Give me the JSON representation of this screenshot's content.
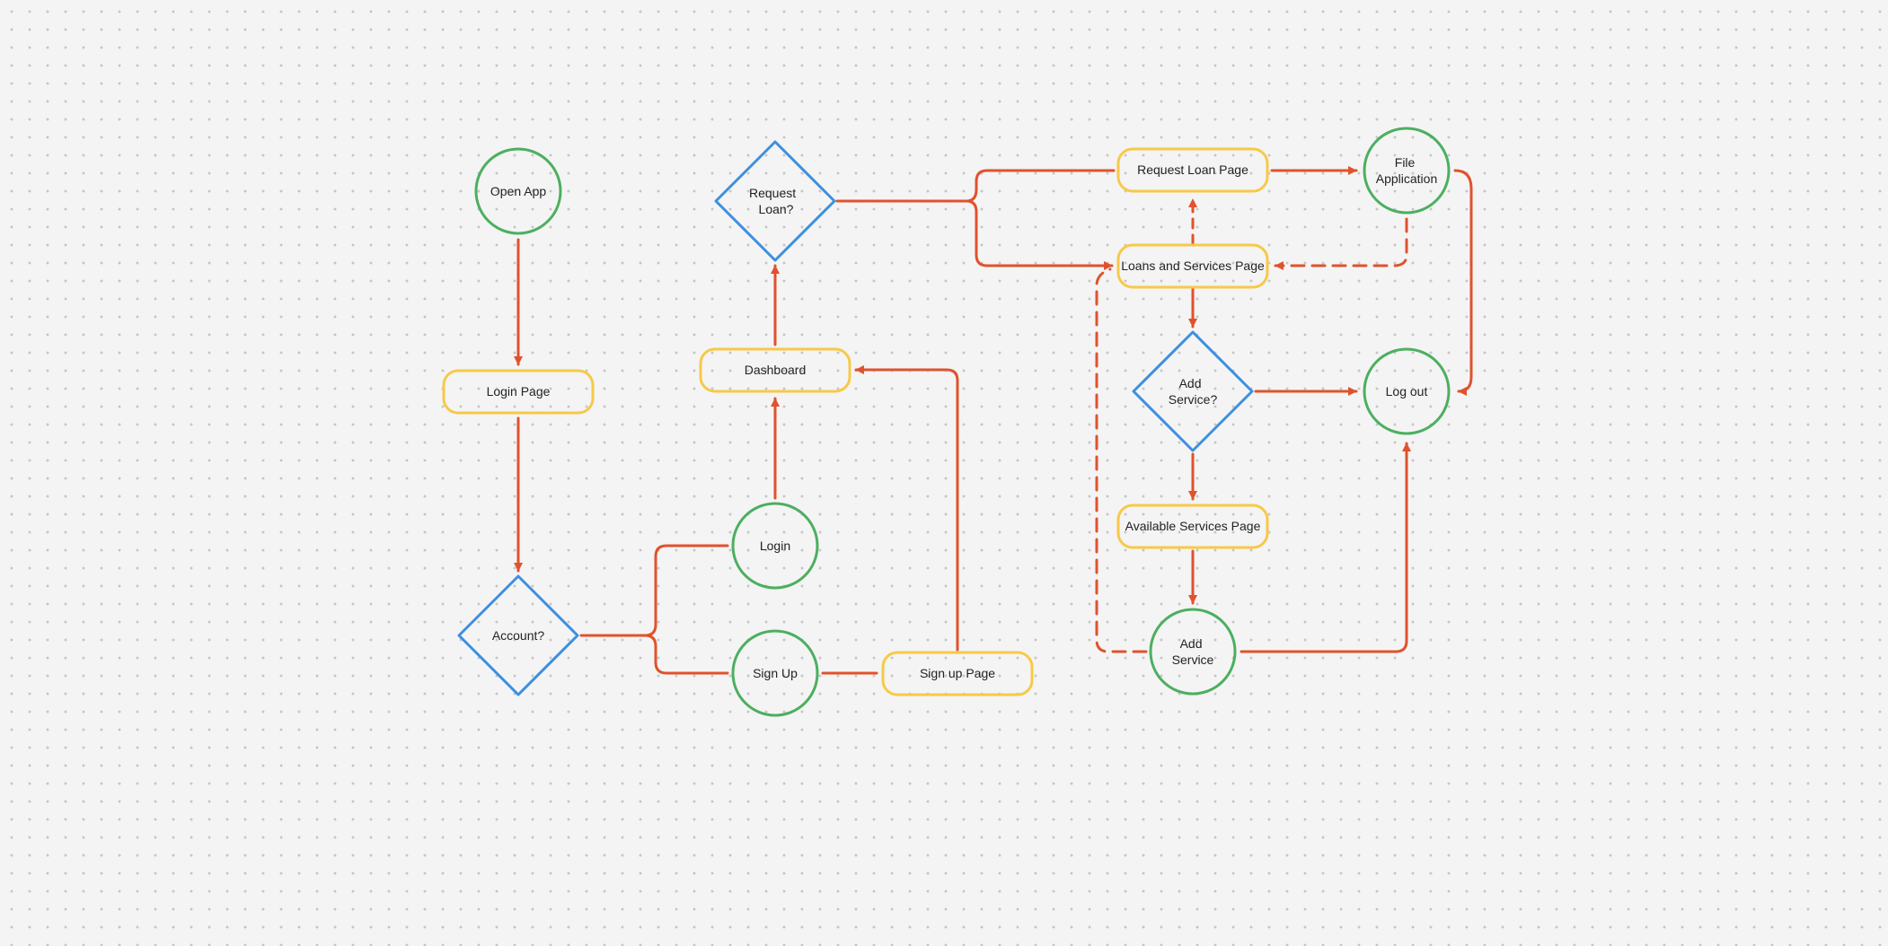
{
  "colors": {
    "background": "#f4f4f4",
    "terminal": "#4caf60",
    "process": "#f7c948",
    "decision": "#3d8fe0",
    "connector": "#e0522d"
  },
  "nodes": {
    "open_app": {
      "lines": [
        "Open App"
      ]
    },
    "login_page": {
      "lines": [
        "Login Page"
      ]
    },
    "account": {
      "lines": [
        "Account?"
      ]
    },
    "login": {
      "lines": [
        "Login"
      ]
    },
    "sign_up": {
      "lines": [
        "Sign Up"
      ]
    },
    "sign_up_page": {
      "lines": [
        "Sign up Page"
      ]
    },
    "dashboard": {
      "lines": [
        "Dashboard"
      ]
    },
    "request_loan": {
      "lines": [
        "Request",
        "Loan?"
      ]
    },
    "request_loan_page": {
      "lines": [
        "Request Loan Page"
      ]
    },
    "file_application": {
      "lines": [
        "File",
        "Application"
      ]
    },
    "loans_services_page": {
      "lines": [
        "Loans and Services Page"
      ]
    },
    "add_service_q": {
      "lines": [
        "Add",
        "Service?"
      ]
    },
    "log_out": {
      "lines": [
        "Log out"
      ]
    },
    "available_services_page": {
      "lines": [
        "Available Services Page"
      ]
    },
    "add_service": {
      "lines": [
        "Add",
        "Service"
      ]
    }
  }
}
